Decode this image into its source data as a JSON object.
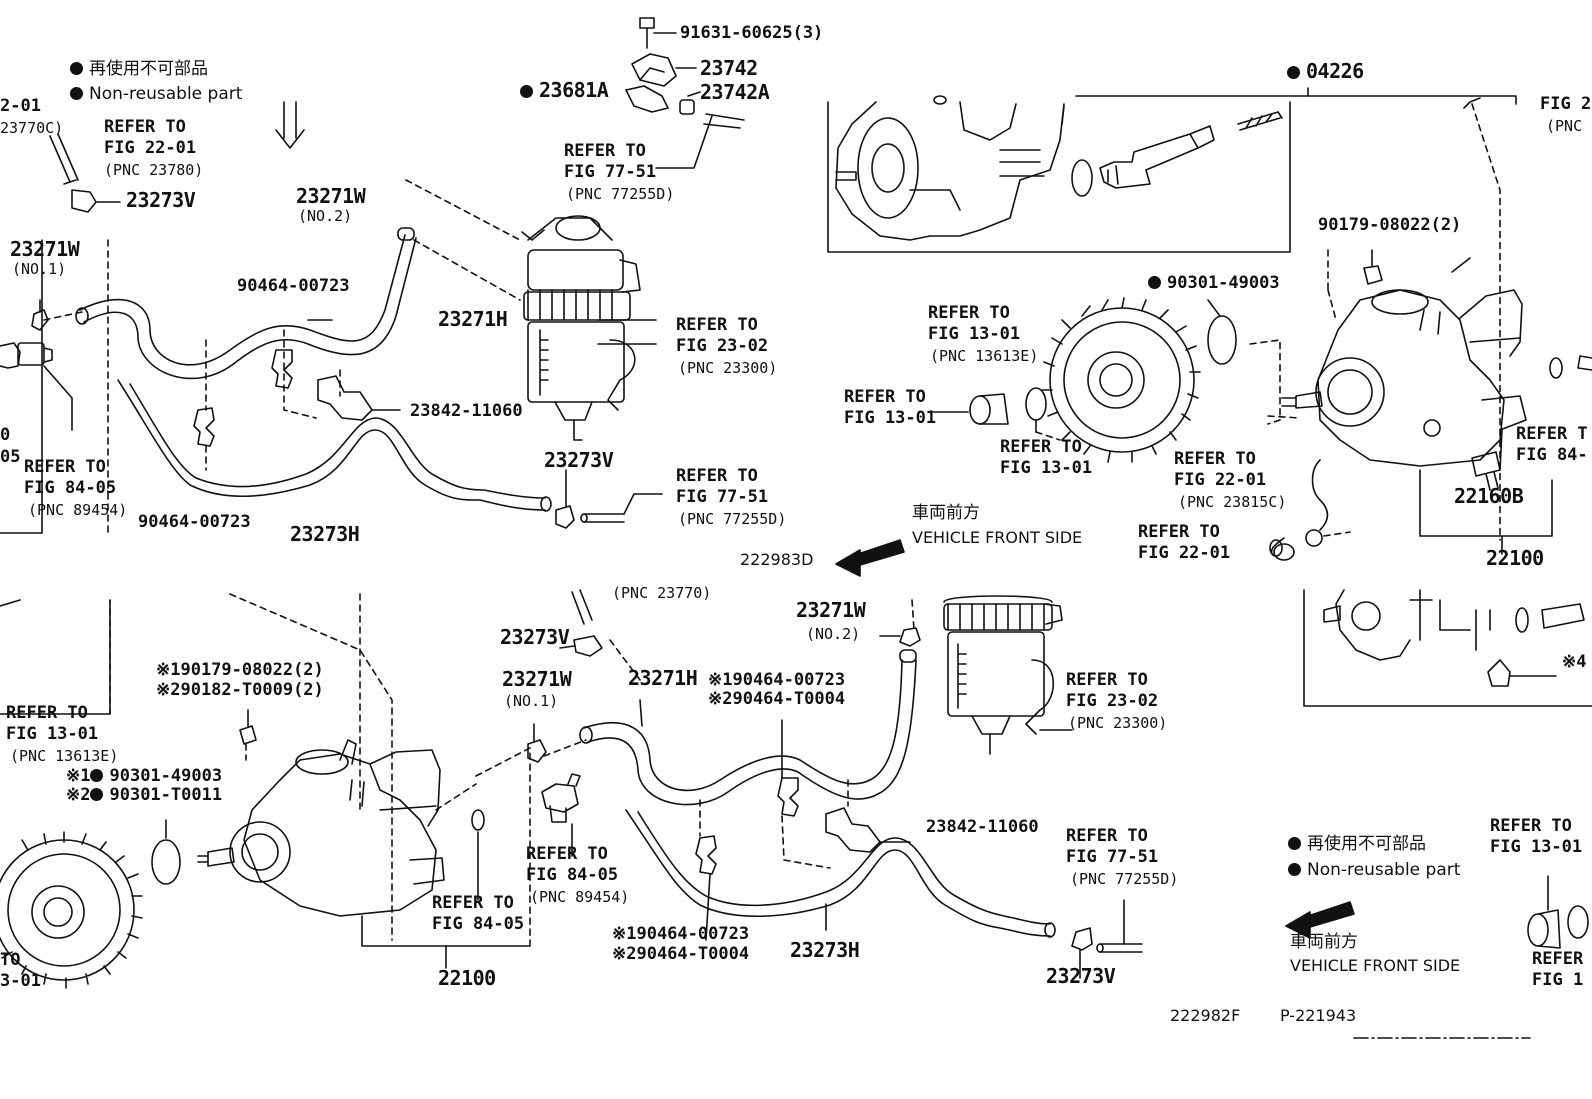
{
  "colors": {
    "line": "#111111",
    "background": "#ffffff"
  },
  "notes": {
    "jp": "再使用不可部品",
    "en": "Non-reusable part",
    "front_jp": "車両前方",
    "front_en": "VEHICLE FRONT SIDE"
  },
  "figure_ids": {
    "top": "222983D",
    "bottom": "222982F",
    "page": "P-221943"
  },
  "labels": {
    "p91631": "91631-60625(3)",
    "p23742": "23742",
    "p23742A": "23742A",
    "p23681A": "23681A",
    "p04226": "04226",
    "ref_head": "REFER TO",
    "fig_22_01": "FIG 22-01",
    "fig_77_51": "FIG 77-51",
    "fig_23_02": "FIG 23-02",
    "fig_84_05": "FIG 84-05",
    "fig_13_01": "FIG 13-01",
    "pnc_23780": "(PNC 23780)",
    "pnc_77255D": "(PNC 77255D)",
    "pnc_23300": "(PNC 23300)",
    "pnc_89454": "(PNC 89454)",
    "pnc_13613E": "(PNC 13613E)",
    "pnc_23815C": "(PNC 23815C)",
    "pnc_23770": "(PNC 23770)",
    "pnc_23770c_frag": "23770C)",
    "frag_2_01": "2-01",
    "frag_0": "0",
    "frag_05": "05",
    "frag_fig_2": "FIG 2",
    "frag_pnc": "(PNC",
    "frag_refer_t": "REFER T",
    "frag_fig_84": "FIG 84-",
    "frag_to": "TO",
    "frag_3_01": "3-01",
    "frag_refer": "REFER",
    "frag_fig_1": "FIG 1",
    "frag_x4": "※4",
    "p23273V": "23273V",
    "p23271W": "23271W",
    "no2": "(NO.2)",
    "no1": "(NO.1)",
    "p90464_00723": "90464-00723",
    "p23271H": "23271H",
    "p23842": "23842-11060",
    "p23273H": "23273H",
    "p90179": "90179-08022(2)",
    "p90301_49003": "90301-49003",
    "p22160B": "22160B",
    "p22100": "22100",
    "x1_90179": "※190179-08022(2)",
    "x2_90182": "※290182-T0009(2)",
    "x1_pfx": "※1",
    "x2_pfx": "※2",
    "p90301_T0011": "90301-T0011",
    "x1_90464": "※190464-00723",
    "x2_90464": "※290464-T0004"
  }
}
